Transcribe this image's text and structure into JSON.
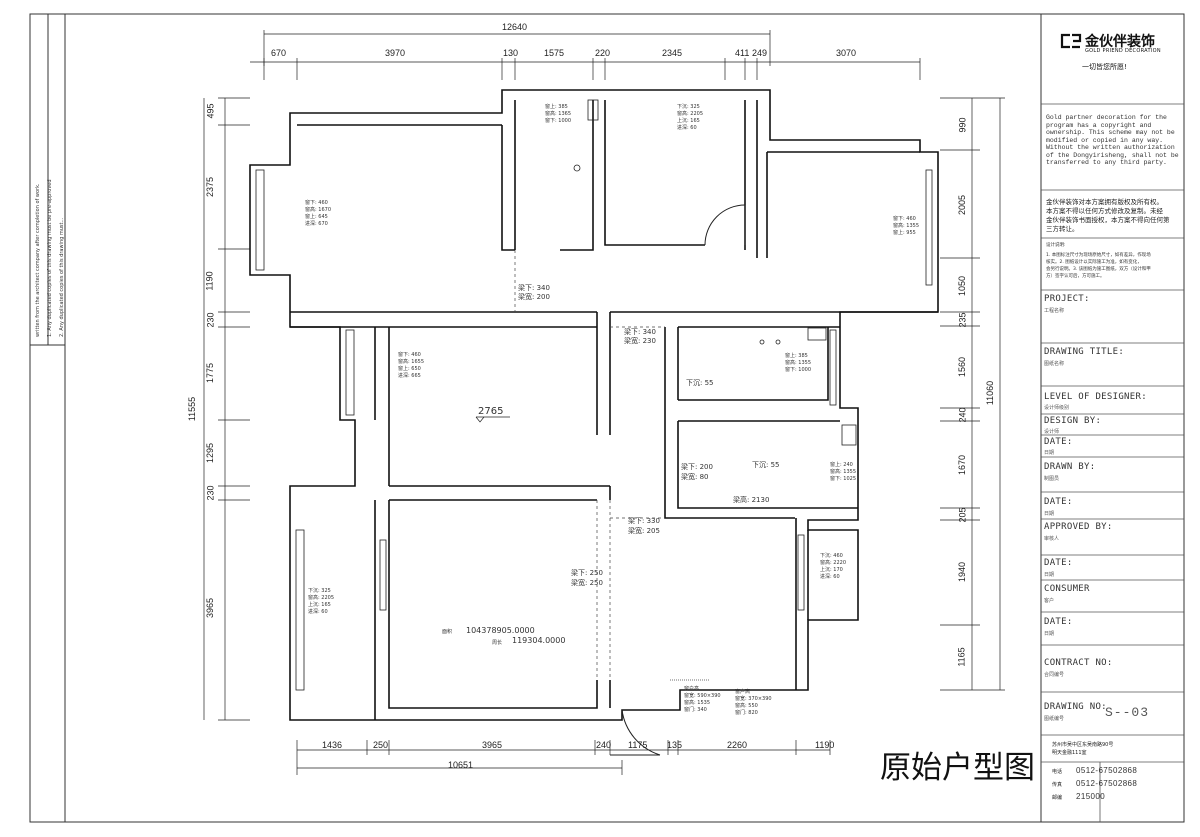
{
  "sheet": {
    "title_cn": "原始户型图",
    "total_width": "12640",
    "total_height_left": "11555",
    "total_height_right": "11060",
    "bottom_total": "10651",
    "spot_elevation": "2765",
    "coord_1": "104378905.0000",
    "coord_2": "119304.0000",
    "coord_1_prefix": "面积",
    "coord_2_prefix": "周长"
  },
  "margin_notes": {
    "line_1": "1. Any duplicated copies of this drawing must be pre-approved",
    "line_2": "2. Any duplicated copies of this drawing must...",
    "line_3": "written from the architect company after completion of work."
  },
  "top_dims": [
    "670",
    "3970",
    "130",
    "1575",
    "220",
    "2345",
    "411",
    "249",
    "3070"
  ],
  "bottom_dims": [
    "1436",
    "250",
    "3965",
    "240",
    "1175",
    "135",
    "2260",
    "1190"
  ],
  "left_dims": [
    "495",
    "2375",
    "1190",
    "230",
    "1775",
    "1295",
    "230",
    "3965"
  ],
  "right_dims": [
    "990",
    "2005",
    "1050",
    "235",
    "1560",
    "240",
    "1670",
    "205",
    "1940",
    "1165"
  ],
  "room_notes": {
    "r1": [
      "窗下: 460",
      "窗高: 1670",
      "窗上: 645",
      "进深: 670"
    ],
    "r2": [
      "窗上: 385",
      "窗高: 1365",
      "窗下: 1000"
    ],
    "r3": [
      "下沉: 325",
      "窗高: 2205",
      "上沉: 165",
      "进深: 60"
    ],
    "r4": [
      "窗下: 460",
      "窗高: 1355",
      "窗上: 955"
    ],
    "r5": [
      "梁下: 340",
      "梁宽: 200"
    ],
    "r6": [
      "梁下: 340",
      "梁宽: 230"
    ],
    "r7": [
      "窗下: 460",
      "窗高: 1655",
      "窗上: 650",
      "进深: 665"
    ],
    "r8": [
      "窗上: 385",
      "窗高: 1355",
      "窗下: 1000"
    ],
    "r9": [
      "下沉: 55"
    ],
    "r10": [
      "梁下: 200",
      "梁宽: 80"
    ],
    "r11": [
      "下沉: 55"
    ],
    "r12": [
      "窗上: 240",
      "窗高: 1355",
      "窗下: 1025"
    ],
    "r13": [
      "梁高: 2130"
    ],
    "r14": [
      "梁下: 330",
      "梁宽: 205"
    ],
    "r15": [
      "梁下: 250",
      "梁宽: 250"
    ],
    "r16": [
      "下沉: 325",
      "窗高: 2205",
      "上沉: 165",
      "进深: 60"
    ],
    "r17": [
      "下沉: 460",
      "窗高: 2220",
      "上沉: 170",
      "进深: 60"
    ],
    "r18": [
      "窗户高",
      "窗宽: 590×390",
      "窗高: 1535",
      "窗门: 340"
    ],
    "r19": [
      "窗户高",
      "窗宽: 370×390",
      "窗高: 550",
      "窗门: 820"
    ]
  },
  "title_block": {
    "brand_cn": "金伙伴装饰",
    "brand_en": "GOLD PRIEND DECORATION",
    "slogan": "一切皆您所愿!",
    "copyright_en": [
      "Gold partner decoration for the",
      "program has a copyright and",
      "ownership. This scheme may not be",
      "modified or copied in any way.",
      "Without the written authorization",
      "of the Dongyirisheng, shall not be",
      "transferred to any third party."
    ],
    "copyright_cn": [
      "金伙伴装饰对本方案拥有版权及所有权。",
      "本方案不得以任何方式修改及复制。未经",
      "金伙伴装饰书面授权，本方案不得向任何第",
      "三方转让。"
    ],
    "design_note_title": "设计说明:",
    "design_note": [
      "1. 本图标注尺寸为现场原始尺寸，如有差异，作现场",
      "核实。2. 图纸设计以实际施工为准，如有变化，",
      "会另行说明。3. 该图纸为施工图纸，双方（设计和甲",
      "方）签字认可后，方可施工。"
    ],
    "fields": [
      {
        "label": "PROJECT:",
        "sub": "工程名称"
      },
      {
        "label": "DRAWING TITLE:",
        "sub": "图纸名称"
      },
      {
        "label": "LEVEL OF DESIGNER:",
        "sub": "设计师级别"
      },
      {
        "label": "DESIGN BY:",
        "sub": "设计师"
      },
      {
        "label": "DATE:",
        "sub": "日期"
      },
      {
        "label": "DRAWN BY:",
        "sub": "制图员"
      },
      {
        "label": "DATE:",
        "sub": "日期"
      },
      {
        "label": "APPROVED BY:",
        "sub": "审核人"
      },
      {
        "label": "DATE:",
        "sub": "日期"
      },
      {
        "label": "CONSUMER",
        "sub": "客户"
      },
      {
        "label": "DATE:",
        "sub": "日期"
      },
      {
        "label": "CONTRACT NO:",
        "sub": "合同编号"
      }
    ],
    "drawing_no_label": "DRAWING NO:",
    "drawing_no_sub": "图纸编号",
    "drawing_no": "S--03",
    "address": [
      "苏州市吴中区东吴南路90号",
      "明天金融111室"
    ],
    "tel_label": "电话",
    "tel": "0512-67502868",
    "fax_label": "传真",
    "fax": "0512-67502868",
    "zip_label": "邮编",
    "zip": "215000"
  }
}
